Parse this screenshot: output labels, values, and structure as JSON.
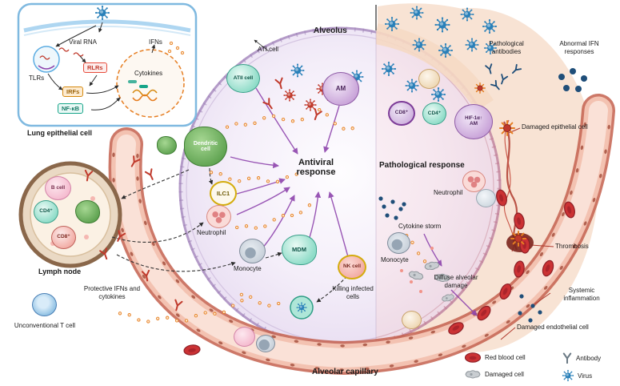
{
  "inset": {
    "title": "Lung epithelial cell",
    "viral_rna": "Viral RNA",
    "tlrs": "TLRs",
    "rlrs": "RLRs",
    "irfs": "IRFs",
    "nfkb": "NF-κB",
    "ifns": "IFNs",
    "cytokines": "Cytokines"
  },
  "alveolus": {
    "title": "Alveolus",
    "ati_cell": "ATI cell",
    "atii_cell": "ATII cell",
    "am": "AM",
    "dendritic_cell": "Dendritic cell",
    "antiviral_response": "Antiviral response",
    "ilc1": "ILC1",
    "neutrophil": "Neutrophil",
    "monocyte": "Monocyte",
    "mdm": "MDM",
    "nk_cell": "NK cell",
    "killing": "Killing infected cells"
  },
  "lymph_node": {
    "title": "Lymph node",
    "b_cell": "B cell",
    "cd4": "CD4⁺",
    "cd8": "CD8⁺",
    "protective": "Protective IFNs and cytokines",
    "unconventional_t_cell": "Unconventional T cell"
  },
  "pathology": {
    "title": "Pathological response",
    "pathological_antibodies": "Pathological antibodies",
    "abnormal_ifn_responses": "Abnormal IFN responses",
    "cd8": "CD8⁺",
    "cd4": "CD4⁺",
    "hif": "HIF-1α↑",
    "am": "AM",
    "damaged_epithelial_cell": "Damaged epithelial cell",
    "neutrophil": "Neutrophil",
    "cytokine_storm": "Cytokine storm",
    "monocyte": "Monocyte",
    "diffuse_alveolar_damage": "Diffuse alveolar damage",
    "thrombosis": "Thrombosis",
    "systemic_inflammation": "Systemic inflammation",
    "damaged_endothelial_cell": "Damaged endothelial cell"
  },
  "capillary": {
    "title": "Alveolar capillary"
  },
  "legend": {
    "red_blood_cell": "Red blood cell",
    "damaged_cell": "Damaged cell",
    "antibody": "Antibody",
    "virus": "Virus"
  },
  "icons": {
    "virus": "virus-icon",
    "antibody": "antibody-icon",
    "red_blood_cell": "red-blood-cell-icon",
    "damaged_cell": "damaged-cell-icon",
    "damaged_epithelial": "damaged-epithelial-cell-icon",
    "cytokine_dot": "cytokine-dot"
  },
  "colors": {
    "virus_blue": "#2980b9",
    "antibody_red": "#c0392b",
    "antibody_dark_blue": "#1f4e79",
    "cytokine_orange": "#e67e22",
    "alveolus_purple": "#b49bc8",
    "pathological_pink": "#c993a8",
    "capillary_pink": "#f3c2b1",
    "rbc_red": "#cb3234",
    "lymph_brown": "#8a674a"
  }
}
